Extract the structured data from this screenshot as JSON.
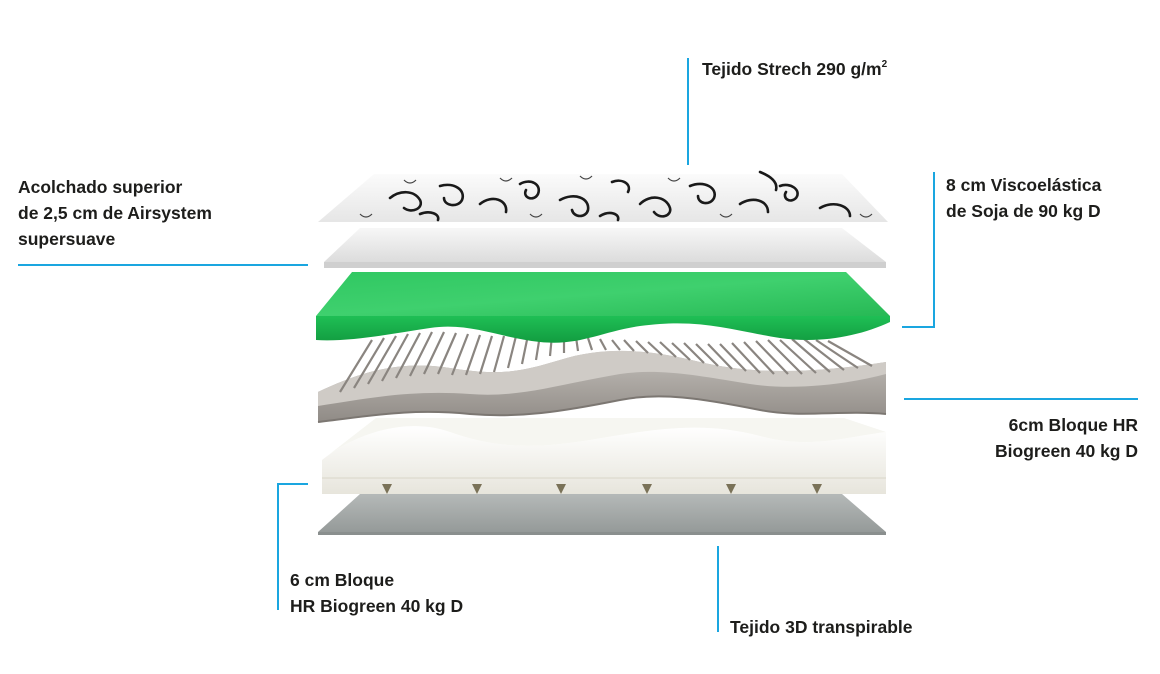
{
  "labels": {
    "tejido_strech": {
      "text": "Tejido Strech 290 g/m",
      "superscript": "2"
    },
    "acolchado": {
      "lines": [
        "Acolchado superior",
        "de 2,5 cm de Airsystem",
        "supersuave"
      ]
    },
    "viscoelastica": {
      "lines": [
        "8 cm Viscoelástica",
        "de Soja de 90 kg D"
      ]
    },
    "bloque_hr_right": {
      "lines": [
        "6cm Bloque HR",
        "Biogreen 40 kg D"
      ]
    },
    "bloque_hr_left": {
      "lines": [
        "6 cm Bloque",
        "HR Biogreen 40 kg D"
      ]
    },
    "tejido_3d": {
      "text": "Tejido 3D transpirable"
    }
  },
  "colors": {
    "leader_line": "#1aa6e0",
    "text": "#1d1d1b",
    "fabric_top": "#f2f2f2",
    "fabric_pattern": "#1a1a1a",
    "airsystem_layer": "#e9e9e9",
    "visco_green": "#22c25a",
    "hr_grey": "#a5a19c",
    "hr_white": "#f1f0ea",
    "bottom_3d_fabric": "#a6aaa9"
  }
}
